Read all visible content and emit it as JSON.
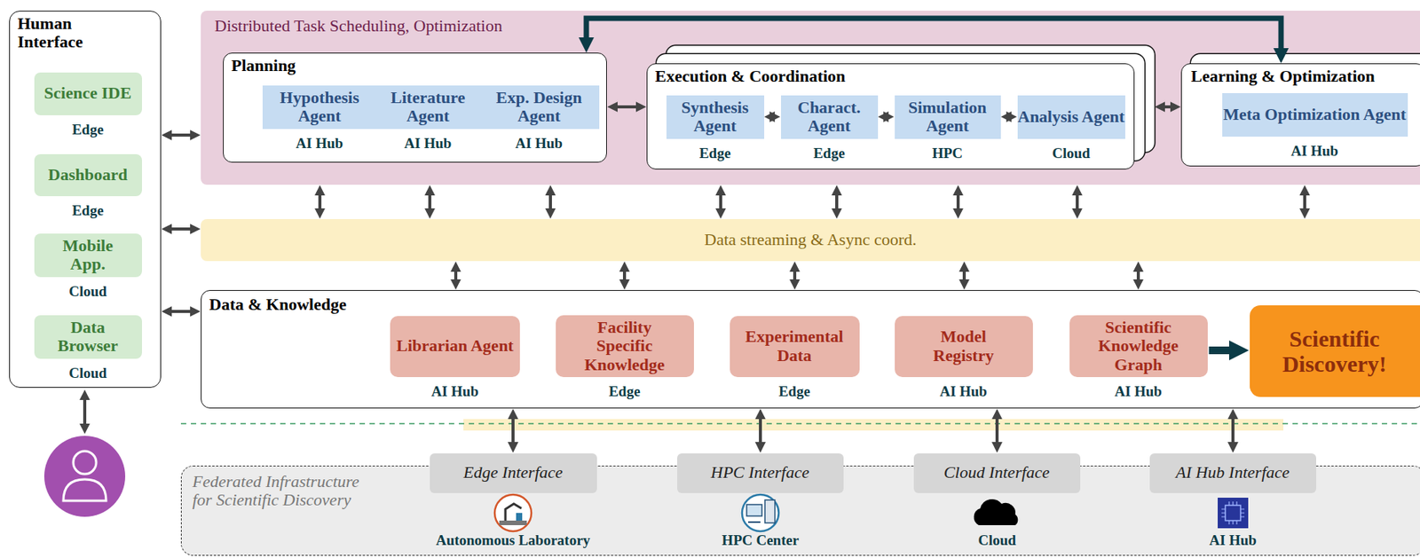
{
  "diagram": {
    "nodes": [
      {
        "text": [
          "Human Interface"
        ]
      },
      {
        "text": [
          "Science IDE",
          "Edge"
        ],
        "in": 0
      },
      {
        "text": [
          "Dashboard",
          "Edge"
        ],
        "in": 0
      },
      {
        "text": [
          "Mobile App.",
          "Cloud"
        ],
        "in": 0
      },
      {
        "text": [
          "Data Browser",
          "Cloud"
        ],
        "in": 0
      },
      {
        "text": [
          "Distributed Task Scheduling, Optimization"
        ]
      },
      {
        "text": [
          "Planning"
        ],
        "in": 5
      },
      {
        "text": [
          "Hypothesis Agent",
          "AI Hub"
        ],
        "in": 6
      },
      {
        "text": [
          "Literature Agent",
          "AI Hub"
        ],
        "in": 6
      },
      {
        "text": [
          "Exp. Design Agent",
          "AI Hub"
        ],
        "in": 6
      },
      {
        "text": [
          "Execution & Coordination"
        ],
        "in": 5
      },
      {
        "text": [
          "Synthesis Agent",
          "Edge"
        ],
        "in": 10
      },
      {
        "text": [
          "Charact. Agent",
          "Edge"
        ],
        "in": 10
      },
      {
        "text": [
          "Simulation Agent",
          "HPC"
        ],
        "in": 10
      },
      {
        "text": [
          "Analysis Agent",
          "Cloud"
        ],
        "in": 10
      },
      {
        "text": [
          "Learning & Optimization"
        ],
        "in": 5
      },
      {
        "text": [
          "Meta Optimization Agent",
          "AI Hub"
        ],
        "in": 15
      },
      {
        "text": [
          "Data streaming & Async coord."
        ]
      },
      {
        "text": [
          "Data & Knowledge"
        ]
      },
      {
        "text": [
          "Librarian Agent",
          "AI Hub"
        ],
        "in": 18
      },
      {
        "text": [
          "Facility Specific Knowledge",
          "Edge"
        ],
        "in": 18
      },
      {
        "text": [
          "Experimental Data",
          "Edge"
        ],
        "in": 18
      },
      {
        "text": [
          "Model Registry",
          "AI Hub"
        ],
        "in": 18
      },
      {
        "text": [
          "Scientific Knowledge Graph",
          "AI Hub"
        ],
        "in": 18
      },
      {
        "text": [
          "Scientific Discovery!"
        ],
        "in": 18
      },
      {
        "text": [
          "Federated Infrastructure for Scientific Discovery"
        ]
      },
      {
        "text": [
          "Edge Interface"
        ],
        "in": 25
      },
      {
        "text": [
          "HPC Interface"
        ],
        "in": 25
      },
      {
        "text": [
          "Cloud Interface"
        ],
        "in": 25
      },
      {
        "text": [
          "AI Hub Interface"
        ],
        "in": 25
      }
    ],
    "edges": [
      {
        "from": 0,
        "to": 5,
        "arrow": "both"
      },
      {
        "from": 0,
        "to": 17,
        "arrow": "both"
      },
      {
        "from": 0,
        "to": 18,
        "arrow": "both"
      },
      {
        "from": 6,
        "to": 10,
        "arrow": "both"
      },
      {
        "from": 10,
        "to": 15,
        "arrow": "both"
      },
      {
        "from": 11,
        "to": 12,
        "arrow": "both"
      },
      {
        "from": 12,
        "to": 13,
        "arrow": "both"
      },
      {
        "from": 13,
        "to": 14,
        "arrow": "both"
      },
      {
        "from": 6,
        "to": 15,
        "arrow": "both"
      },
      {
        "from": 5,
        "to": 17,
        "arrow": "both"
      },
      {
        "from": 5,
        "to": 17,
        "arrow": "both"
      },
      {
        "from": 5,
        "to": 17,
        "arrow": "both"
      },
      {
        "from": 5,
        "to": 17,
        "arrow": "both"
      },
      {
        "from": 5,
        "to": 17,
        "arrow": "both"
      },
      {
        "from": 5,
        "to": 17,
        "arrow": "both"
      },
      {
        "from": 5,
        "to": 17,
        "arrow": "both"
      },
      {
        "from": 5,
        "to": 17,
        "arrow": "both"
      },
      {
        "from": 17,
        "to": 18,
        "arrow": "both"
      },
      {
        "from": 17,
        "to": 18,
        "arrow": "both"
      },
      {
        "from": 17,
        "to": 18,
        "arrow": "both"
      },
      {
        "from": 17,
        "to": 18,
        "arrow": "both"
      },
      {
        "from": 17,
        "to": 18,
        "arrow": "both"
      },
      {
        "from": 23,
        "to": 24,
        "arrow": "to"
      },
      {
        "from": 18,
        "to": 26,
        "arrow": "both"
      },
      {
        "from": 18,
        "to": 27,
        "arrow": "both"
      },
      {
        "from": 18,
        "to": 28,
        "arrow": "both"
      },
      {
        "from": 18,
        "to": 29,
        "arrow": "both"
      }
    ],
    "labels": [
      "Autonomous Laboratory",
      "HPC Center",
      "Cloud",
      "AI Hub"
    ]
  }
}
